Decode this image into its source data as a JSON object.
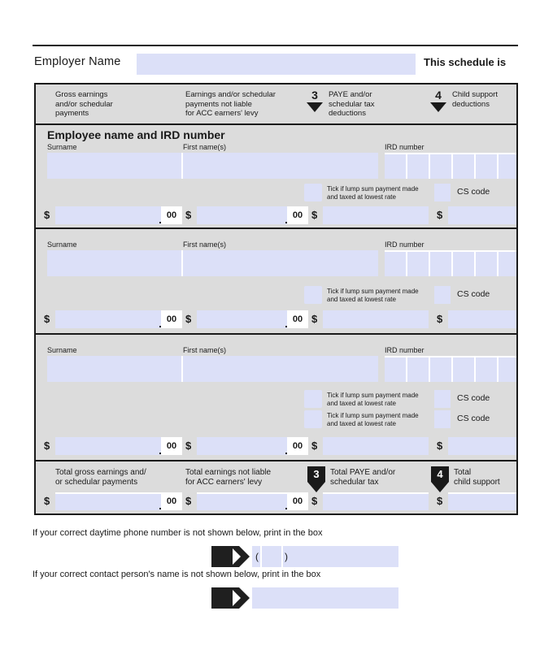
{
  "header": {
    "employer_label": "Employer Name",
    "employer_value": "",
    "schedule_is": "This schedule is"
  },
  "columns": [
    {
      "badge": "",
      "label": "Gross earnings\nand/or schedular\npayments",
      "lines": [
        "Gross earnings",
        "and/or schedular",
        "payments"
      ]
    },
    {
      "badge": "",
      "label": "Earnings and/or schedular payments not liable for ACC earners' levy",
      "lines": [
        "Earnings and/or schedular",
        "payments not liable",
        "for ACC earners' levy"
      ]
    },
    {
      "badge": "3",
      "label": "PAYE and/or schedular tax deductions",
      "lines": [
        "PAYE and/or",
        "schedular tax",
        "deductions"
      ]
    },
    {
      "badge": "4",
      "label": "Child support deductions",
      "lines": [
        "Child support",
        "deductions"
      ]
    }
  ],
  "employee_section": {
    "title": "Employee name and IRD number",
    "surname_label": "Surname",
    "firstname_label": "First name(s)",
    "ird_label": "IRD number",
    "tick_caption_line1": "Tick if lump sum payment made",
    "tick_caption_line2": "and taxed at lowest rate",
    "cs_code_label": "CS code",
    "dollar_sign": "$",
    "cents_value": "00"
  },
  "rows": [
    {
      "surname": "",
      "first_names": "",
      "ird": "",
      "gross": "",
      "gross_cents": "00",
      "not_liable": "",
      "not_liable_cents": "00",
      "paye": "",
      "child_support": "",
      "cs_code": "",
      "tick": false
    },
    {
      "surname": "",
      "first_names": "",
      "ird": "",
      "gross": "",
      "gross_cents": "00",
      "not_liable": "",
      "not_liable_cents": "00",
      "paye": "",
      "child_support": "",
      "cs_code": "",
      "tick": false
    },
    {
      "surname": "",
      "first_names": "",
      "ird": "",
      "gross": "",
      "gross_cents": "00",
      "not_liable": "",
      "not_liable_cents": "00",
      "paye": "",
      "child_support": "",
      "cs_code": "",
      "cs_code_2": "",
      "tick": false,
      "tick_2": false
    }
  ],
  "totals": {
    "label_1": "Total gross earnings and/ or schedular payments",
    "label_1_lines": [
      "Total gross earnings and/",
      "or schedular payments"
    ],
    "label_2_lines": [
      "Total earnings not liable",
      "for ACC earners' levy"
    ],
    "label_3_lines": [
      "Total PAYE and/or",
      "schedular tax"
    ],
    "label_4_lines": [
      "Total",
      "child support"
    ],
    "badge_3": "3",
    "badge_4": "4",
    "gross": "",
    "gross_cents": "00",
    "not_liable": "",
    "not_liable_cents": "00",
    "paye": "",
    "child_support": ""
  },
  "contact": {
    "phone_prompt": "If your correct daytime phone number is not shown below, print in the box",
    "phone_open_paren": "(",
    "phone_close_paren": ")",
    "phone_area": "",
    "phone_value": "",
    "name_prompt": "If your correct contact person's name is not shown below, print in the box",
    "name_value": ""
  },
  "colors": {
    "field_fill": "#dce0f8",
    "band_gray": "#dcdcdc",
    "ink": "#1a1a1a",
    "page": "#ffffff"
  }
}
